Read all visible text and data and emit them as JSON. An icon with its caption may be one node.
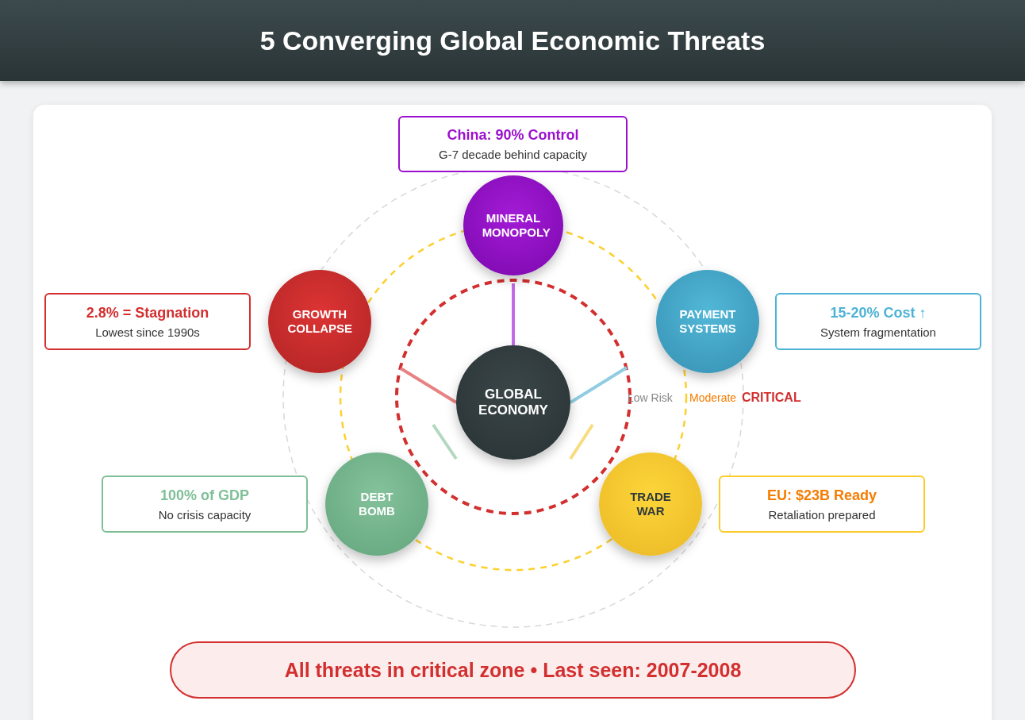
{
  "diagram": {
    "title": "5 Converging Global Economic Threats",
    "nodes": [
      {
        "text": [
          "China: 90% Control",
          "G-7 decade behind capacity"
        ]
      },
      {
        "text": [
          "MINERAL MONOPOLY"
        ]
      },
      {
        "text": [
          "2.8% = Stagnation",
          "Lowest since 1990s"
        ]
      },
      {
        "text": [
          "GROWTH COLLAPSE"
        ]
      },
      {
        "text": [
          "PAYMENT SYSTEMS"
        ]
      },
      {
        "text": [
          "15-20% Cost ↑",
          "System fragmentation"
        ]
      },
      {
        "text": [
          "GLOBAL ECONOMY"
        ]
      },
      {
        "text": [
          "100% of GDP",
          "No crisis capacity"
        ]
      },
      {
        "text": [
          "DEBT BOMB"
        ]
      },
      {
        "text": [
          "TRADE WAR"
        ]
      },
      {
        "text": [
          "EU: $23B Ready",
          "Retaliation prepared"
        ]
      },
      {
        "text": [
          "All threats in critical zone • Last seen: 2007-2008"
        ]
      }
    ],
    "labels": [
      "Low Risk",
      "Moderate",
      "CRITICAL"
    ]
  }
}
